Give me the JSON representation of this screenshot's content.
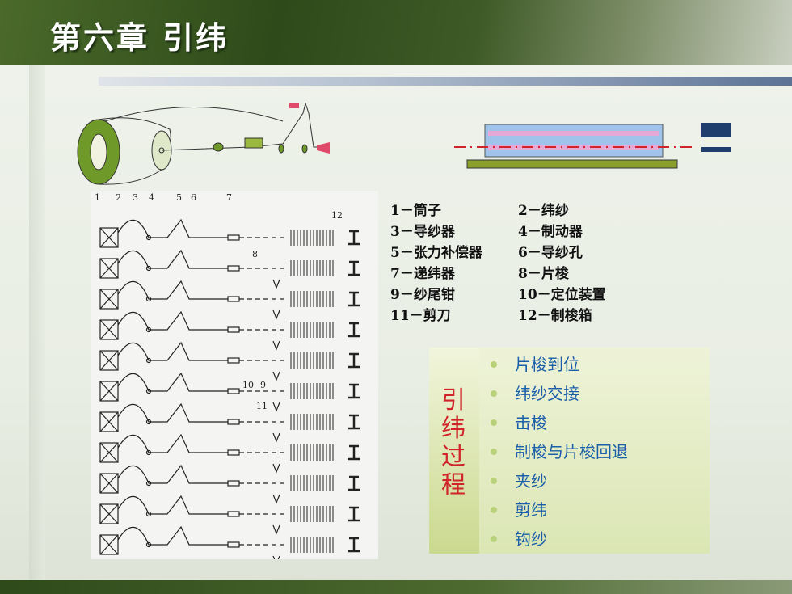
{
  "header": {
    "title": "第六章  引纬"
  },
  "diagram_labels": {
    "numbers": [
      "1",
      "2",
      "3",
      "4",
      "5",
      "6",
      "7",
      "12",
      "8",
      "10",
      "9",
      "11"
    ]
  },
  "legend": {
    "rows": [
      [
        "1－筒子",
        "2－纬纱"
      ],
      [
        "3－导纱器",
        "4－制动器"
      ],
      [
        "5－张力补偿器",
        "6－导纱孔"
      ],
      [
        "7－递纬器",
        "8－片梭"
      ],
      [
        "9－纱尾钳",
        "10－定位装置"
      ],
      [
        "11－剪刀",
        "12－制梭箱"
      ]
    ]
  },
  "process": {
    "label_chars": [
      "引",
      "纬",
      "过",
      "程"
    ],
    "steps": [
      "片梭到位",
      "纬纱交接",
      "击梭",
      "制梭与片梭回退",
      "夹纱",
      "剪纬",
      "钩纱"
    ]
  },
  "colors": {
    "accent_red": "#d0232a",
    "step_blue": "#1a5fa8",
    "header_green": "#2e4a1a"
  }
}
